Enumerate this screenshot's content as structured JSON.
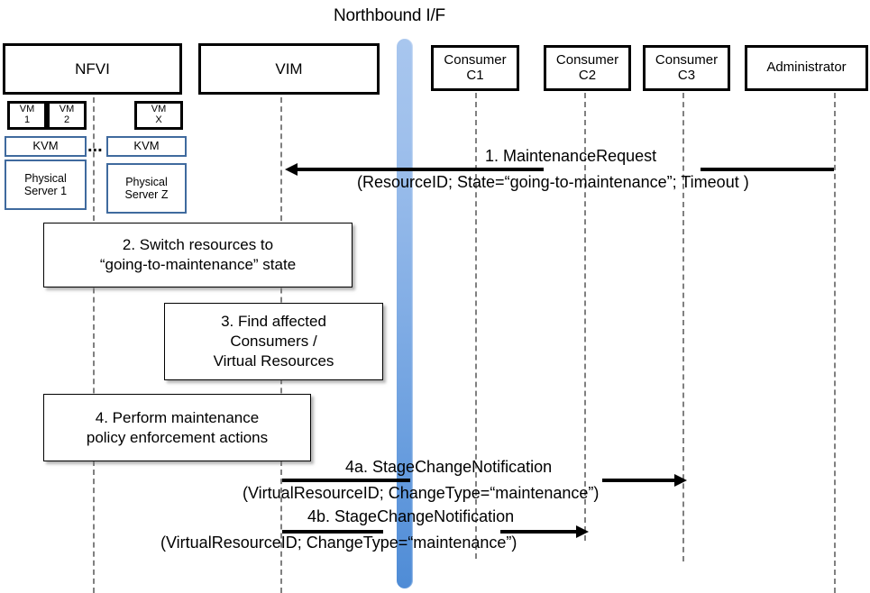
{
  "diagram": {
    "title": "Northbound I/F",
    "type": "uml-sequence-diagram"
  },
  "lifelines": [
    {
      "id": "nfvi",
      "label": "NFVI"
    },
    {
      "id": "vim",
      "label": "VIM"
    },
    {
      "id": "northbound",
      "label": "Northbound I/F"
    },
    {
      "id": "c1",
      "label": "Consumer\nC1",
      "line1": "Consumer",
      "line2": "C1"
    },
    {
      "id": "c2",
      "label": "Consumer\nC2",
      "line1": "Consumer",
      "line2": "C2"
    },
    {
      "id": "c3",
      "label": "Consumer\nC3",
      "line1": "Consumer",
      "line2": "C3"
    },
    {
      "id": "admin",
      "label": "Administrator"
    }
  ],
  "actors": {
    "nfvi": "NFVI",
    "vim": "VIM",
    "c1_line1": "Consumer",
    "c1_line2": "C1",
    "c2_line1": "Consumer",
    "c2_line2": "C2",
    "c3_line1": "Consumer",
    "c3_line2": "C3",
    "administrator": "Administrator"
  },
  "nfvi_internals": {
    "vm1_line1": "VM",
    "vm1_line2": "1",
    "vm2_line1": "VM",
    "vm2_line2": "2",
    "vmx_line1": "VM",
    "vmx_line2": "X",
    "kvm_left": "KVM",
    "kvm_right": "KVM",
    "server_left_line1": "Physical",
    "server_left_line2": "Server 1",
    "server_right_line1": "Physical",
    "server_right_line2": "Server Z",
    "ellipsis": "..."
  },
  "steps": [
    {
      "id": "step2",
      "line1": "2. Switch resources to",
      "line2": "“going-to-maintenance” state"
    },
    {
      "id": "step3",
      "line1": "3. Find affected",
      "line2": "Consumers /",
      "line3": "Virtual Resources"
    },
    {
      "id": "step4",
      "line1": "4. Perform maintenance",
      "line2": "policy enforcement actions"
    }
  ],
  "messages": [
    {
      "id": "msg1",
      "number": "1.",
      "name": "MaintenanceRequest",
      "label": "1.   MaintenanceRequest",
      "params": "(ResourceID; State=“going-to-maintenance”; Timeout )",
      "from": "admin",
      "to": "vim",
      "direction": "left"
    },
    {
      "id": "msg4a",
      "number": "4a.",
      "name": "StageChangeNotification",
      "label": "4a. StageChangeNotification",
      "params": "(VirtualResourceID; ChangeType=“maintenance”)",
      "from": "vim",
      "to": "c3",
      "direction": "right"
    },
    {
      "id": "msg4b",
      "number": "4b.",
      "name": "StageChangeNotification",
      "label": "4b. StageChangeNotification",
      "params": "(VirtualResourceID; ChangeType=“maintenance”)",
      "from": "vim",
      "to": "c2",
      "direction": "right"
    }
  ],
  "colors": {
    "northbound_bar_top": "#a8c6ee",
    "northbound_bar_bottom": "#4f8cd6",
    "blue_box_border": "#3f6a9e",
    "actor_border": "#000000",
    "lifeline": "#808080",
    "background": "#ffffff"
  }
}
